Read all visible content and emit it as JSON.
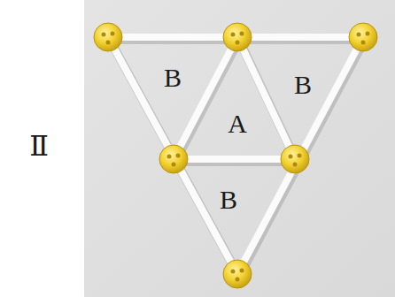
{
  "diagram": {
    "labels": [
      "Ⅱ",
      "B",
      "B",
      "A",
      "B"
    ]
  }
}
